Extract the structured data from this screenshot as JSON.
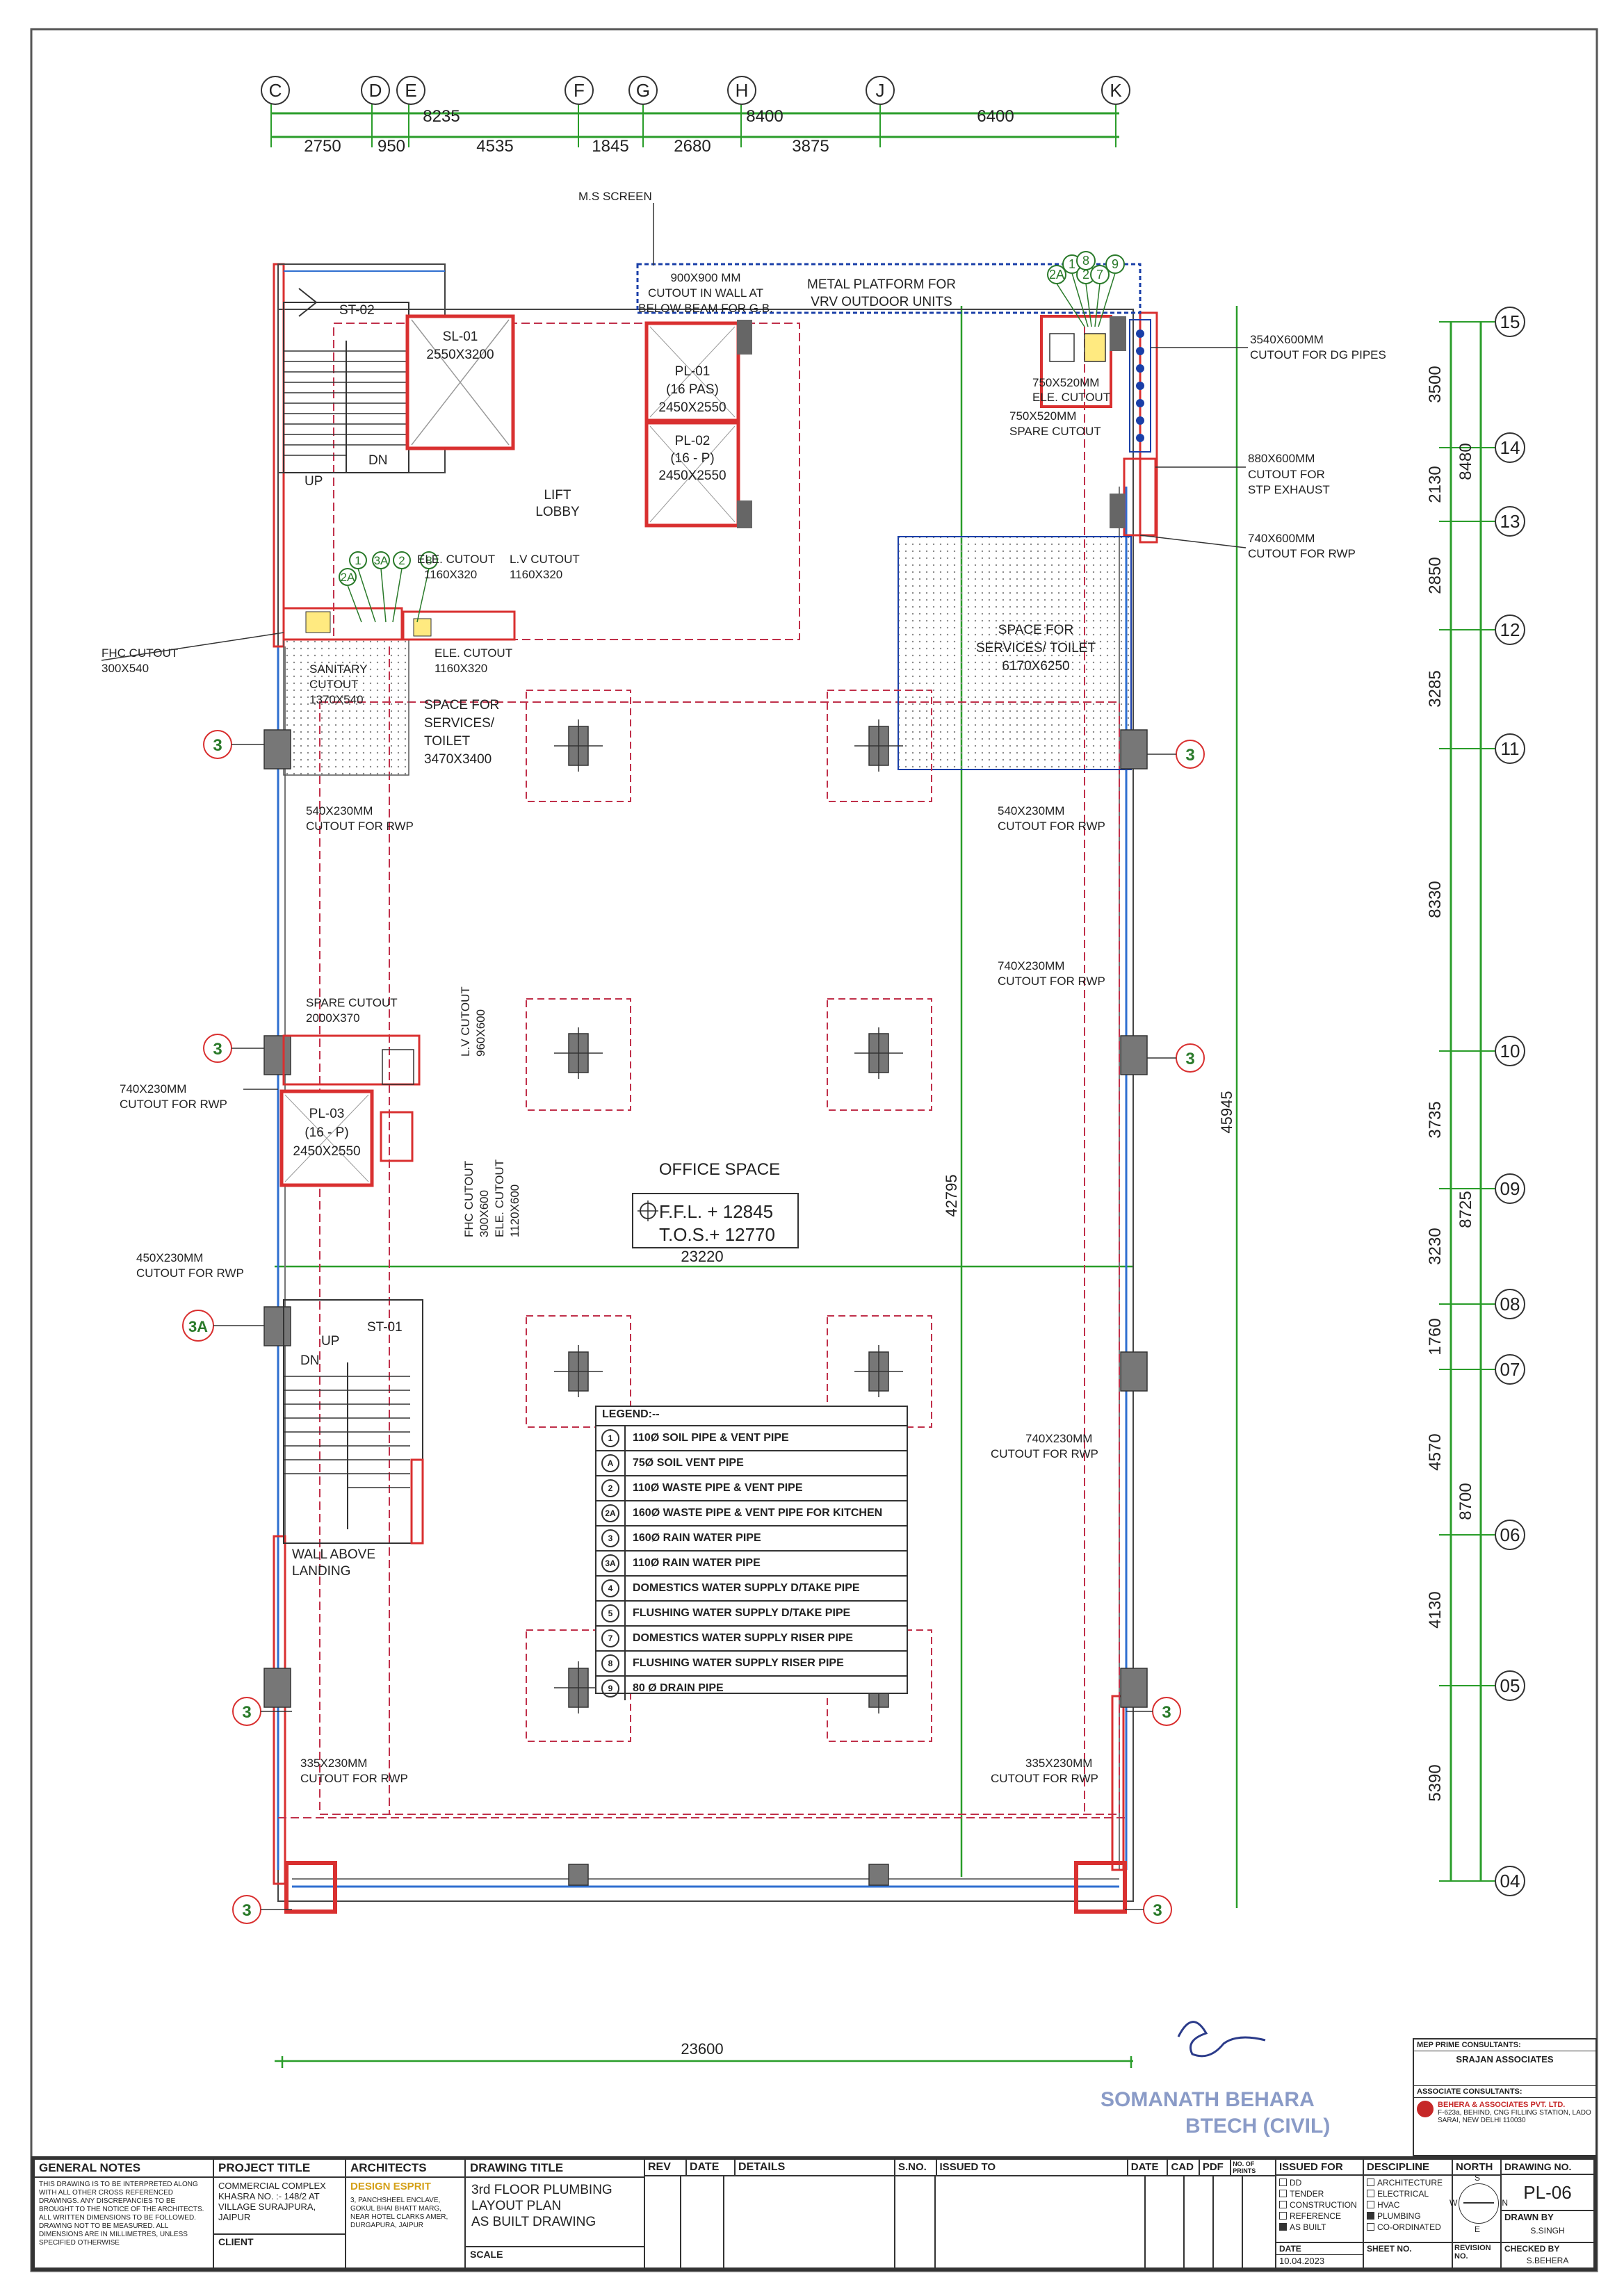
{
  "grid_columns": [
    "C",
    "D",
    "E",
    "F",
    "G",
    "H",
    "J",
    "K"
  ],
  "grid_rows": [
    "15",
    "14",
    "13",
    "12",
    "11",
    "10",
    "09",
    "08",
    "07",
    "06",
    "05",
    "04"
  ],
  "top_dims_upper": [
    "8235",
    "8400",
    "6400"
  ],
  "top_dims_lower": [
    "2750",
    "950",
    "4535",
    "1845",
    "2680",
    "3875"
  ],
  "right_dims_inner": [
    "3500",
    "2130",
    "2850",
    "3285",
    "8330",
    "3735",
    "3230",
    "1760",
    "4570",
    "4130",
    "5390"
  ],
  "right_dims_outer": [
    "8480",
    "8725",
    "8700"
  ],
  "overall_dims": {
    "bottom": "23600",
    "mid": "23220",
    "height_total": "45945",
    "height_inner": "42795"
  },
  "labels": {
    "ms_screen": "M.S SCREEN",
    "cutout_wall": [
      "900X900 MM",
      "CUTOUT IN WALL AT",
      "BELOW BEAM FOR G.B."
    ],
    "metal_platform": [
      "METAL PLATFORM FOR",
      "VRV OUTDOOR UNITS"
    ],
    "st02": "ST-02",
    "up1": "UP",
    "dn1": "DN",
    "sl01": [
      "SL-01",
      "2550X3200"
    ],
    "pl01": [
      "PL-01",
      "(16 PAS)",
      "2450X2550"
    ],
    "pl02": [
      "PL-02",
      "(16 - P)",
      "2450X2550"
    ],
    "lift_lobby": [
      "LIFT",
      "LOBBY"
    ],
    "ele_cutout_top": [
      "750X520MM",
      "ELE. CUTOUT"
    ],
    "spare_cutout_top": [
      "750X520MM",
      "SPARE CUTOUT"
    ],
    "dg_cutout": [
      "3540X600MM",
      "CUTOUT FOR DG PIPES"
    ],
    "stp_cutout": [
      "880X600MM",
      "CUTOUT FOR",
      "STP EXHAUST"
    ],
    "rwp_cutout_tr": [
      "740X600MM",
      "CUTOUT FOR RWP"
    ],
    "ele_lv": [
      "ELE. CUTOUT",
      "1160X320",
      "L.V CUTOUT",
      "1160X320"
    ],
    "ele_cutout2": [
      "ELE. CUTOUT",
      "1160X320"
    ],
    "fhc_cutout": [
      "FHC CUTOUT",
      "300X540"
    ],
    "sanitary": [
      "SANITARY",
      "CUTOUT",
      "1370X540"
    ],
    "space_services_left": [
      "SPACE FOR",
      "SERVICES/",
      "TOILET",
      "3470X3400"
    ],
    "space_services_right": [
      "SPACE FOR",
      "SERVICES/ TOILET",
      "6170X6250"
    ],
    "rwp_540": [
      "540X230MM",
      "CUTOUT FOR RWP"
    ],
    "rwp_540_r": [
      "540X230MM",
      "CUTOUT FOR RWP"
    ],
    "rwp_740_r1": [
      "740X230MM",
      "CUTOUT FOR RWP"
    ],
    "spare_cutout_left": [
      "SPARE CUTOUT",
      "2000X370"
    ],
    "lv_cutout_v": [
      "L.V CUTOUT",
      "960X600"
    ],
    "rwp_740_l": [
      "740X230MM",
      "CUTOUT FOR RWP"
    ],
    "pl03": [
      "PL-03",
      "(16 - P)",
      "2450X2550"
    ],
    "fhc_cutout_v": [
      "FHC CUTOUT",
      "300X600"
    ],
    "ele_cutout_v": [
      "ELE. CUTOUT",
      "1120X600"
    ],
    "office_space": "OFFICE SPACE",
    "ffl": "F.F.L. + 12845",
    "tos": "T.O.S.+ 12770",
    "rwp_450": [
      "450X230MM",
      "CUTOUT FOR RWP"
    ],
    "st01": "ST-01",
    "up2": "UP",
    "dn2": "DN",
    "wall_above": [
      "WALL ABOVE",
      "LANDING"
    ],
    "rwp_740_r2": [
      "740X230MM",
      "CUTOUT FOR RWP"
    ],
    "rwp_335_l": [
      "335X230MM",
      "CUTOUT FOR RWP"
    ],
    "rwp_335_r": [
      "335X230MM",
      "CUTOUT FOR RWP"
    ]
  },
  "pipe_tags": {
    "t3": "3",
    "t3a": "3A",
    "t1": "1",
    "t2": "2",
    "t2a": "2A",
    "t7": "7",
    "t8": "8",
    "t9": "9"
  },
  "legend": {
    "title": "LEGEND:--",
    "items": [
      {
        "sym": "1",
        "text": "110Ø SOIL PIPE & VENT PIPE"
      },
      {
        "sym": "A",
        "text": "75Ø SOIL VENT PIPE"
      },
      {
        "sym": "2",
        "text": "110Ø WASTE PIPE & VENT PIPE"
      },
      {
        "sym": "2A",
        "text": "160Ø WASTE PIPE & VENT PIPE FOR KITCHEN"
      },
      {
        "sym": "3",
        "text": "160Ø RAIN WATER PIPE"
      },
      {
        "sym": "3A",
        "text": "110Ø RAIN WATER PIPE"
      },
      {
        "sym": "4",
        "text": "DOMESTICS WATER SUPPLY D/TAKE PIPE"
      },
      {
        "sym": "5",
        "text": "FLUSHING WATER SUPPLY D/TAKE PIPE"
      },
      {
        "sym": "7",
        "text": "DOMESTICS WATER SUPPLY RISER PIPE"
      },
      {
        "sym": "8",
        "text": "FLUSHING WATER SUPPLY RISER PIPE"
      },
      {
        "sym": "9",
        "text": "80 Ø DRAIN PIPE"
      }
    ]
  },
  "stamp": {
    "line1": "SOMANATH BEHARA",
    "line2": "BTECH (CIVIL)"
  },
  "consultants": {
    "mep_title": "MEP PRIME CONSULTANTS:",
    "mep_name": "SRAJAN ASSOCIATES",
    "assoc_title": "ASSOCIATE CONSULTANTS:",
    "assoc_name": "BEHERA & ASSOCIATES PVT. LTD.",
    "assoc_addr": "F-623a, BEHIND, CNG FILLING STATION, LADO SARAI, NEW DELHI 110030"
  },
  "titleblock": {
    "general_notes_h": "GENERAL NOTES",
    "general_notes": "THIS DRAWING IS TO BE INTERPRETED ALONG WITH ALL OTHER CROSS REFERENCED DRAWINGS. ANY DISCREPANCIES TO BE BROUGHT TO THE NOTICE OF THE ARCHITECTS. ALL WRITTEN DIMENSIONS TO BE FOLLOWED. DRAWING NOT TO BE MEASURED. ALL DIMENSIONS ARE IN MILLIMETRES, UNLESS SPECIFIED OTHERWISE",
    "project_title_h": "PROJECT TITLE",
    "project_title": "COMMERCIAL COMPLEX KHASRA NO. :- 148/2 AT VILLAGE SURAJPURA, JAIPUR",
    "client_h": "CLIENT",
    "architects_h": "ARCHITECTS",
    "architects_name": "DESIGN ESPRIT",
    "architects_addr": "3, PANCHSHEEL ENCLAVE, GOKUL BHAI BHATT MARG, NEAR HOTEL CLARKS AMER, DURGAPURA, JAIPUR",
    "drawing_title_h": "DRAWING TITLE",
    "drawing_title": [
      "3rd FLOOR PLUMBING",
      "LAYOUT PLAN",
      "AS BUILT DRAWING"
    ],
    "scale_h": "SCALE",
    "rev_h": "REV",
    "date_h": "DATE",
    "details_h": "DETAILS",
    "sno_h": "S.NO.",
    "issued_to_h": "ISSUED TO",
    "date2_h": "DATE",
    "cad_h": "CAD",
    "pdf_h": "PDF",
    "no_prints_h": "NO. OF PRINTS",
    "issued_for_h": "ISSUED FOR",
    "issued_for": [
      "DD",
      "TENDER",
      "CONSTRUCTION",
      "REFERENCE",
      "AS BUILT"
    ],
    "issued_for_checked": 4,
    "descipline_h": "DESCIPLINE",
    "descipline": [
      "ARCHITECTURE",
      "ELECTRICAL",
      "HVAC",
      "PLUMBING",
      "CO-ORDINATED"
    ],
    "descipline_checked": 3,
    "north_h": "NORTH",
    "drawing_no_h": "DRAWING NO.",
    "drawing_no": "PL-06",
    "drawn_by_h": "DRAWN BY",
    "drawn_by": "S.SINGH",
    "date_label": "DATE",
    "date_value": "10.04.2023",
    "sheet_no_h": "SHEET NO.",
    "revision_no_h": "REVISION NO.",
    "checked_by_h": "CHECKED BY",
    "checked_by": "S.BEHERA",
    "compass": {
      "n": "N",
      "s": "S",
      "e": "E",
      "w": "W"
    }
  }
}
